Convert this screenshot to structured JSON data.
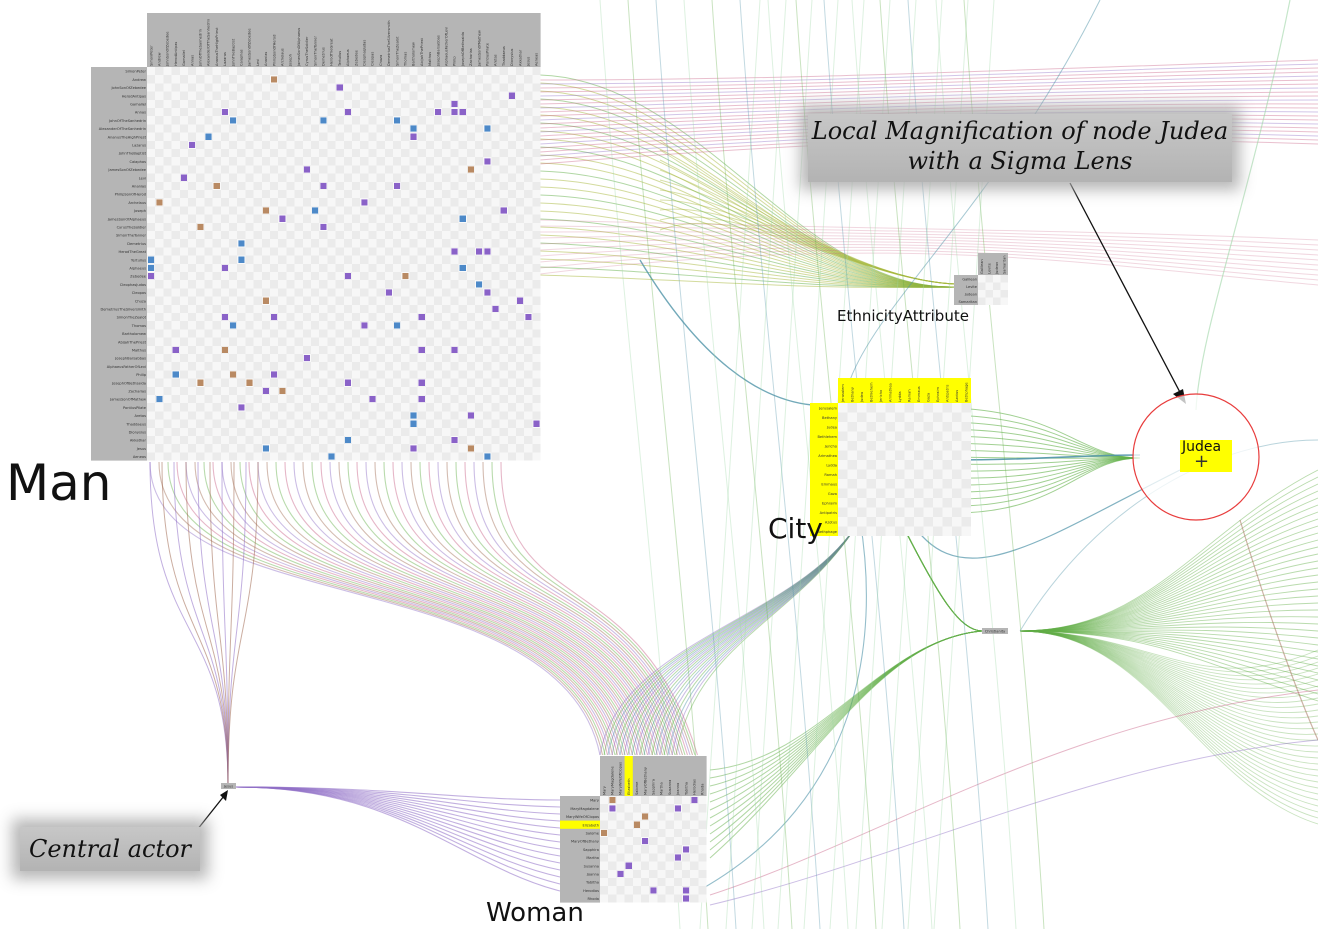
{
  "annotations": {
    "sigma_lens": "Local Magnification of node Judea\nwith a Sigma Lens",
    "central_actor": "Central actor"
  },
  "nodes": {
    "man": {
      "name": "Man",
      "members": [
        "SimonPeter",
        "Andrew",
        "JohnSonOfZebedee",
        "HerodAntipas",
        "Gamaliel",
        "Annas",
        "JohnOfTheSanhedrin",
        "AlexanderOfTheSanhedrin",
        "AnanusTheHighPriest",
        "Lazarus",
        "JohnTheBaptist",
        "Caiaphas",
        "JamesSonOfZebedee",
        "Levi",
        "Ananias",
        "PhilipSonOfHerod",
        "Archelaus",
        "Joseph",
        "JamesSonOfAlphaeus",
        "CyrusTheSoldier",
        "SimonTheTanner",
        "Demetrius",
        "HerodTheGreat",
        "Tertullus",
        "Alphaeus",
        "Zebedee",
        "CleophasJudas",
        "Cleopas",
        "Chuza",
        "DemetriusTheSilversmith",
        "SimonTheZealot",
        "Thomas",
        "Bartholomew",
        "AbijahThePriest",
        "Malthus",
        "JosephBarsabbas",
        "AlphaeusFatherOfLevi",
        "Philip",
        "JosephOfBethsaida",
        "Zacharias",
        "JamesSonOfMathew",
        "PontiusPilate",
        "Aretas",
        "Thaddaeus",
        "Dionysius",
        "Akkathar",
        "Jesus",
        "Aeneas"
      ]
    },
    "city": {
      "name": "City",
      "members": [
        "Jerusalem",
        "Bethany",
        "Judea",
        "Bethlehem",
        "Jericho",
        "Arimathea",
        "Lydda",
        "Ramah",
        "Emmaus",
        "Gaza",
        "Ephraim",
        "Antipatris",
        "Azotus",
        "Bethphage"
      ],
      "highlight_color": "#ffff00"
    },
    "ethnicity": {
      "name": "EthnicityAttribute",
      "members": [
        "Galilean",
        "Levite",
        "Judean",
        "Samaritan"
      ]
    },
    "woman": {
      "name": "Woman",
      "members": [
        "Mary",
        "MaryMagdalene",
        "MaryWifeOfClopas",
        "Elizabeth",
        "Salome",
        "MaryOfBethany",
        "Sapphira",
        "Martha",
        "Susanna",
        "Joanna",
        "Tabitha",
        "Herodias",
        "Rhoda"
      ],
      "highlighted": "Elizabeth"
    },
    "christianity": {
      "name": "Christianity"
    },
    "central": {
      "name": "Jesus"
    }
  },
  "lens": {
    "label": "Judea",
    "marker": "+",
    "ring_color": "#e83c3c",
    "fill_color": "#ffff00"
  },
  "link_colors": {
    "purple": "#8f6fc6",
    "green": "#63b04a",
    "olive": "#a7b83b",
    "teal": "#4f93a8",
    "brown": "#a06a52",
    "pink": "#c75f84",
    "lightgreen": "#9fd6a6"
  },
  "cell_colors": {
    "purple": "#8a62c8",
    "brown": "#b98a63",
    "blue": "#4d89c8",
    "header": "#b5b5b5",
    "empty_a": "#ebebeb",
    "empty_b": "#f7f7f7"
  }
}
